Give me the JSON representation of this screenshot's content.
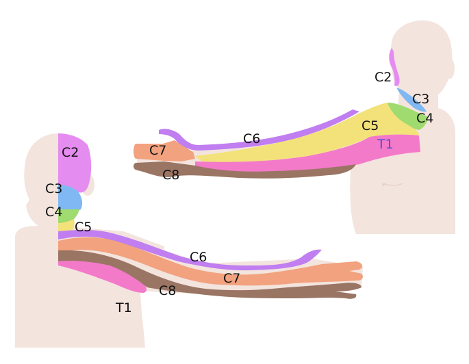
{
  "colors": {
    "skin": "#f3e4de",
    "skin_shadow": "#e7d2ca",
    "c2": "#e58cf0",
    "c3": "#7fb8f2",
    "c4": "#9fdb6e",
    "c5": "#f3e27a",
    "c6": "#c07ef0",
    "c7": "#f2a27e",
    "c8": "#9a7564",
    "t1": "#f37ac9",
    "t1_front_label": "#4a4fd8"
  },
  "front_view": {
    "labels": {
      "c2": "C2",
      "c3": "C3",
      "c4": "C4",
      "c5": "C5",
      "c6": "C6",
      "c7": "C7",
      "c8": "C8",
      "t1": "T1"
    }
  },
  "back_view": {
    "labels": {
      "c2": "C2",
      "c3": "C3",
      "c4": "C4",
      "c5": "C5",
      "c6": "C6",
      "c7": "C7",
      "c8": "C8",
      "t1": "T1"
    }
  }
}
